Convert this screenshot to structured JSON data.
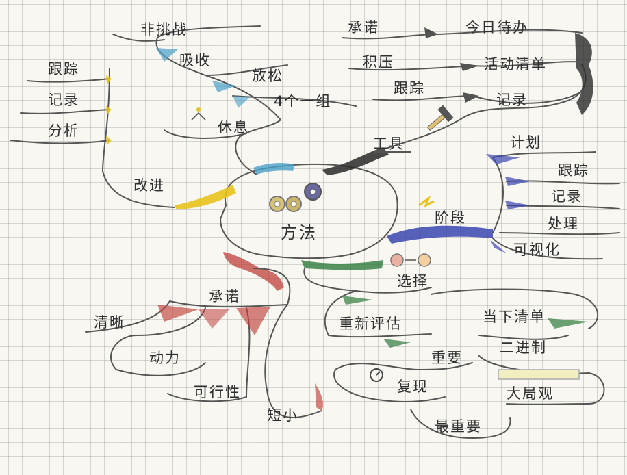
{
  "center": {
    "label": "方法"
  },
  "colors": {
    "tools": "#2a2a2a",
    "phases": "#3a46b0",
    "select": "#2f7a3c",
    "commitment": "#c0403a",
    "improve": "#e8c21c",
    "rest": "#4aa0c8"
  },
  "icons": [
    "gears-icon",
    "hammer-icon",
    "lightning-icon",
    "face-arrow-icon",
    "clock-icon",
    "pencil-icon",
    "sparkle-icon"
  ],
  "branches": {
    "tools": {
      "label": "工具",
      "children": [
        "承诺",
        "今日待办",
        "积压",
        "活动清单",
        "跟踪",
        "记录"
      ]
    },
    "phases": {
      "label": "阶段",
      "children": [
        "计划",
        "跟踪",
        "记录",
        "处理",
        "可视化"
      ]
    },
    "select": {
      "label": "选择",
      "children": [
        "重新评估",
        "当下清单",
        "二进制",
        "重要",
        "复现",
        "大局观",
        "最重要"
      ]
    },
    "commitment": {
      "label": "承诺",
      "children": [
        "清晰",
        "动力",
        "可行性",
        "短小"
      ]
    },
    "improve": {
      "label": "改进",
      "children": [
        "跟踪",
        "记录",
        "分析"
      ]
    },
    "rest": {
      "label": "休息",
      "children": [
        "非挑战",
        "吸收",
        "放松",
        "4个一组"
      ]
    }
  }
}
